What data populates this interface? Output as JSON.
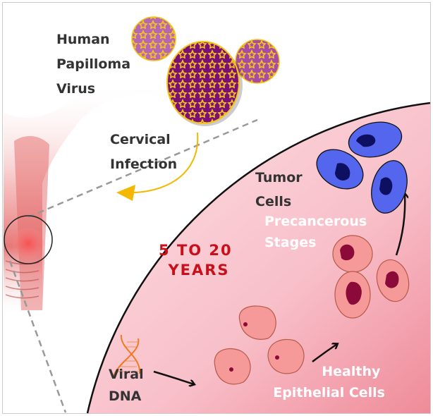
{
  "labels": {
    "virus": [
      "Human",
      "Papilloma",
      "Virus"
    ],
    "infection": [
      "Cervical",
      "Infection"
    ],
    "tumor": [
      "Tumor",
      "Cells"
    ],
    "precancerous": [
      "Precancerous",
      "Stages"
    ],
    "duration": [
      "5 TO 20",
      "YEARS"
    ],
    "viral_dna": [
      "Viral",
      "DNA"
    ],
    "healthy": [
      "Healthy",
      "Epithelial Cells"
    ]
  },
  "colors": {
    "virus_main": "#7a0f7a",
    "virus_light": "#b567b5",
    "virus_spikes": "#f5c518",
    "zoom_fill": "#f9c7cf",
    "tumor_cell": "#5566ee",
    "tumor_nucleus": "#0d1060",
    "cell_fill": "#f59a98",
    "cell_nucleus": "#8b0a3a",
    "duration_text": "#c8101a",
    "dna": "#f07a20",
    "infection_arrow": "#f5b800"
  }
}
